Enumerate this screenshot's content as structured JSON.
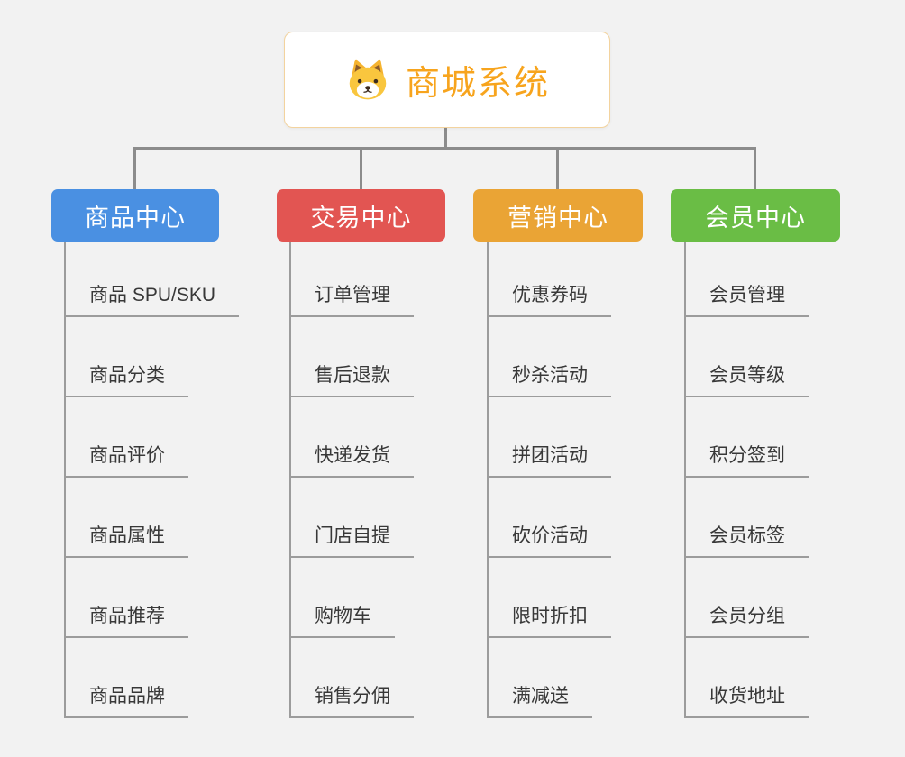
{
  "root": {
    "title": "商城系统",
    "icon": "dog-icon"
  },
  "colors": {
    "root_accent": "#f7a41d",
    "root_border": "#f3d39e",
    "connector": "#8c8c8c"
  },
  "branches": [
    {
      "label": "商品中心",
      "color": "#4a90e2",
      "items": [
        "商品 SPU/SKU",
        "商品分类",
        "商品评价",
        "商品属性",
        "商品推荐",
        "商品品牌"
      ]
    },
    {
      "label": "交易中心",
      "color": "#e25552",
      "items": [
        "订单管理",
        "售后退款",
        "快递发货",
        "门店自提",
        "购物车",
        "销售分佣"
      ]
    },
    {
      "label": "营销中心",
      "color": "#eaa435",
      "items": [
        "优惠券码",
        "秒杀活动",
        "拼团活动",
        "砍价活动",
        "限时折扣",
        "满减送"
      ]
    },
    {
      "label": "会员中心",
      "color": "#6abd45",
      "items": [
        "会员管理",
        "会员等级",
        "积分签到",
        "会员标签",
        "会员分组",
        "收货地址"
      ]
    }
  ]
}
